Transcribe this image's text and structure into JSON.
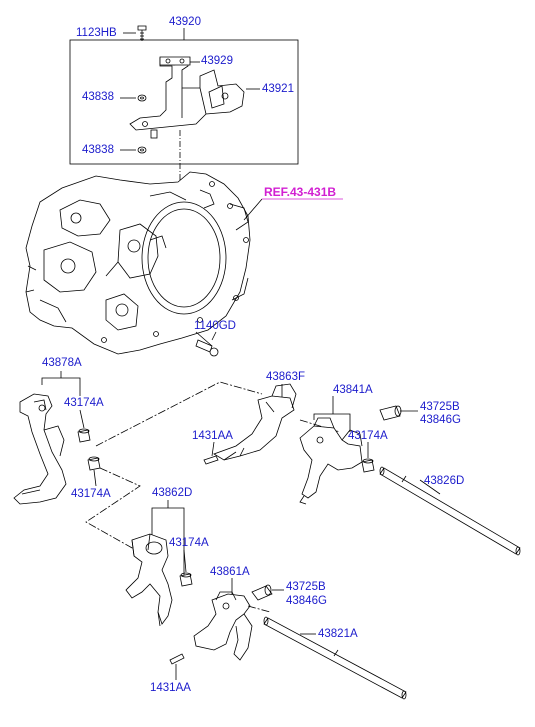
{
  "diagram": {
    "colors": {
      "label": "#1c1ccc",
      "ref": "#d21fd2",
      "line": "#000000"
    },
    "labels": {
      "l_1123HB": "1123HB",
      "l_43920": "43920",
      "l_43929": "43929",
      "l_43838a": "43838",
      "l_43921": "43921",
      "l_43838b": "43838",
      "l_ref": "REF.43-431B",
      "l_1140GD": "1140GD",
      "l_43878A": "43878A",
      "l_43174A_a": "43174A",
      "l_43174A_b": "43174A",
      "l_43863F": "43863F",
      "l_43841A": "43841A",
      "l_43725B_a": "43725B",
      "l_43846G_a": "43846G",
      "l_1431AA_a": "1431AA",
      "l_43174A_c": "43174A",
      "l_43826D": "43826D",
      "l_43862D": "43862D",
      "l_43174A_d": "43174A",
      "l_43861A": "43861A",
      "l_43725B_b": "43725B",
      "l_43846G_b": "43846G",
      "l_43821A": "43821A",
      "l_1431AA_b": "1431AA"
    }
  }
}
